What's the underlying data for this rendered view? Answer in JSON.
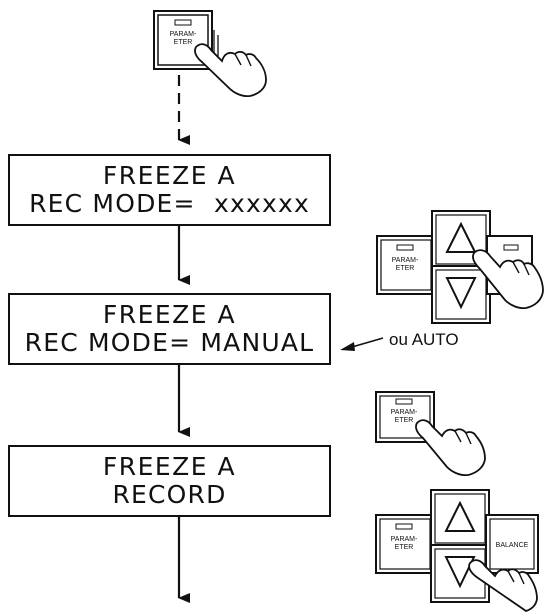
{
  "screens": [
    {
      "line1": "FREEZE A",
      "line2": "REC MODE=  xxxxxx"
    },
    {
      "line1": "FREEZE A",
      "line2": "REC MODE= MANUAL"
    },
    {
      "line1": "FREEZE A",
      "line2": "RECORD"
    }
  ],
  "annotation": "ou AUTO",
  "buttons": {
    "parameter_label_line1": "PARAM-",
    "parameter_label_line2": "ETER",
    "balance_label": "BALANCE"
  },
  "icons": {
    "up": "up-arrow-key-icon",
    "down": "down-arrow-key-icon",
    "hand": "pointing-hand-icon"
  }
}
